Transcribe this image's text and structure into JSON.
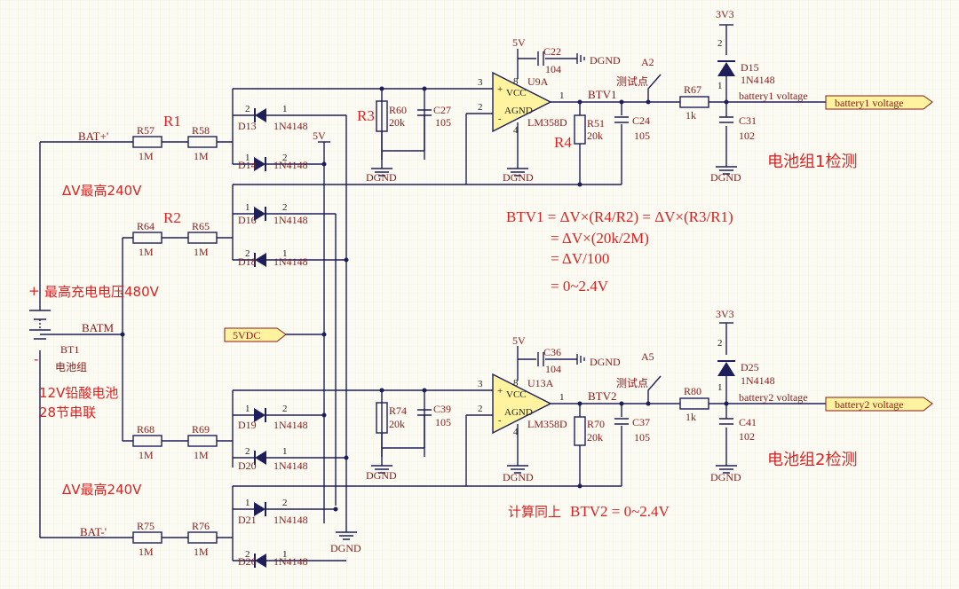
{
  "components": {
    "R57": {
      "ref": "R57",
      "val": "1M"
    },
    "R58": {
      "ref": "R58",
      "val": "1M"
    },
    "R64": {
      "ref": "R64",
      "val": "1M"
    },
    "R65": {
      "ref": "R65",
      "val": "1M"
    },
    "R68": {
      "ref": "R68",
      "val": "1M"
    },
    "R69": {
      "ref": "R69",
      "val": "1M"
    },
    "R75": {
      "ref": "R75",
      "val": "1M"
    },
    "R76": {
      "ref": "R76",
      "val": "1M"
    },
    "R60": {
      "ref": "R60",
      "val": "20k"
    },
    "R74": {
      "ref": "R74",
      "val": "20k"
    },
    "R51": {
      "ref": "R51",
      "val": "20k"
    },
    "R70": {
      "ref": "R70",
      "val": "20k"
    },
    "R67": {
      "ref": "R67",
      "val": "1k"
    },
    "R80": {
      "ref": "R80",
      "val": "1k"
    },
    "C27": {
      "ref": "C27",
      "val": "105"
    },
    "C39": {
      "ref": "C39",
      "val": "105"
    },
    "C22": {
      "ref": "C22",
      "val": "104"
    },
    "C36": {
      "ref": "C36",
      "val": "104"
    },
    "C24": {
      "ref": "C24",
      "val": "105"
    },
    "C37": {
      "ref": "C37",
      "val": "105"
    },
    "C31": {
      "ref": "C31",
      "val": "102"
    },
    "C41": {
      "ref": "C41",
      "val": "102"
    },
    "D13": {
      "ref": "D13",
      "val": "1N4148"
    },
    "D14": {
      "ref": "D14",
      "val": "1N4148"
    },
    "D16": {
      "ref": "D16",
      "val": "1N4148"
    },
    "D18": {
      "ref": "D18",
      "val": "1N4148"
    },
    "D19": {
      "ref": "D19",
      "val": "1N4148"
    },
    "D20": {
      "ref": "D20",
      "val": "1N4148"
    },
    "D21": {
      "ref": "D21",
      "val": "1N4148"
    },
    "D26": {
      "ref": "D26",
      "val": "1N4148"
    },
    "D15": {
      "ref": "D15",
      "val": "1N4148"
    },
    "D25": {
      "ref": "D25",
      "val": "1N4148"
    },
    "U9A": {
      "ref": "U9A",
      "val": "LM358D"
    },
    "U13A": {
      "ref": "U13A",
      "val": "LM358D"
    },
    "BT1": {
      "ref": "BT1",
      "val": "电池组"
    },
    "A2": {
      "ref": "A2",
      "val": "测试点"
    },
    "A5": {
      "ref": "A5",
      "val": "测试点"
    }
  },
  "nets": {
    "bat_pos": "BAT+'",
    "bat_neg": "BAT-'",
    "batm": "BATM",
    "btv1": "BTV1",
    "btv2": "BTV2",
    "v5": "5V",
    "v3v3": "3V3",
    "dgnd": "DGND",
    "port_5vdc": "5VDC",
    "port_bv1": "battery1 voltage",
    "port_bv2": "battery2 voltage",
    "bv1": "battery1 voltage",
    "bv2": "battery2 voltage",
    "vcc": "VCC",
    "agnd": "AGND"
  },
  "pins": {
    "p1": "1",
    "p2": "2",
    "p3": "3",
    "p4": "4",
    "p8": "8",
    "plus": "+",
    "minus": "-"
  },
  "annotations": {
    "R1": "R1",
    "R2": "R2",
    "R3": "R3",
    "R4": "R4",
    "dv_top": "ΔV最高240V",
    "dv_bottom": "ΔV最高240V",
    "max_charge": "最高充电电压480V",
    "battery_desc_1": "12V铅酸电池",
    "battery_desc_2": "28节串联",
    "detect1": "电池组1检测",
    "detect2": "电池组2检测",
    "formula_1": "BTV1 = ΔV×(R4/R2) = ΔV×(R3/R1)",
    "formula_2": "= ΔV×(20k/2M)",
    "formula_3": "= ΔV/100",
    "formula_4": "= 0~2.4V",
    "calc_same": "计算同上",
    "btv2_range": "BTV2 = 0~2.4V"
  },
  "colors": {
    "wire": "#1e1e5a",
    "label": "#8a1a1a",
    "annotation": "#e02020",
    "port_fill": "#fff3a0",
    "background": "#fbfbf3"
  }
}
